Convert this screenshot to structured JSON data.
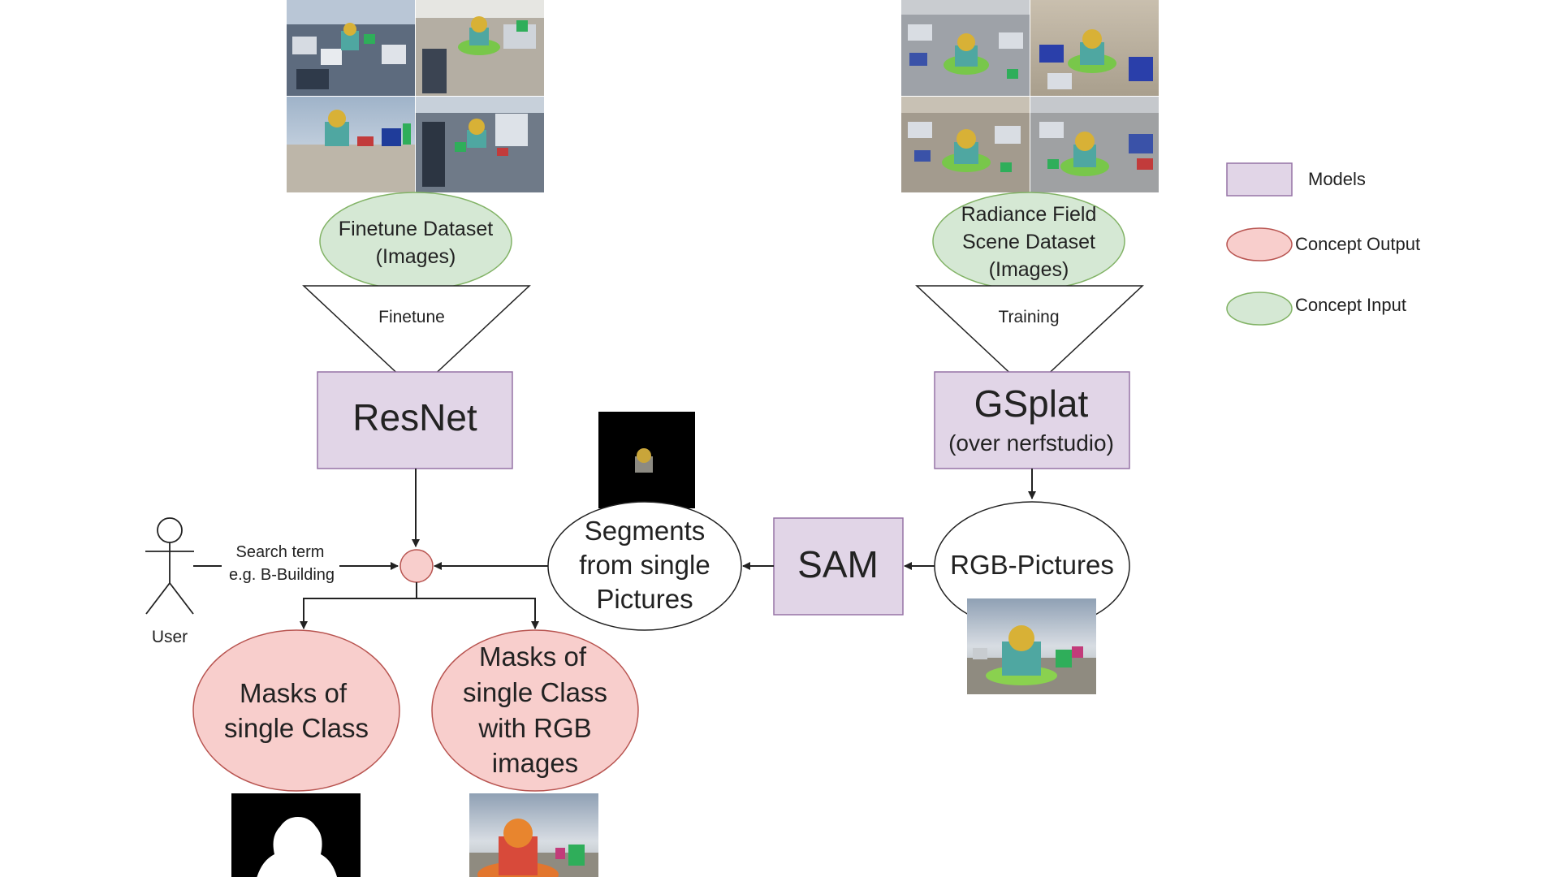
{
  "colors": {
    "model_fill": "#e1d5e7",
    "model_stroke": "#9673a6",
    "output_fill": "#f8cecc",
    "output_stroke": "#b85450",
    "input_fill": "#d5e8d4",
    "input_stroke": "#82b366",
    "line": "#222222"
  },
  "inputs": {
    "finetune_dataset": [
      "Finetune Dataset",
      "(Images)"
    ],
    "radiance_dataset": [
      "Radiance Field",
      "Scene Dataset",
      "(Images)"
    ]
  },
  "processes": {
    "finetune": "Finetune",
    "training": "Training"
  },
  "models": {
    "resnet": "ResNet",
    "gsplat": "GSplat",
    "gsplat_sub": "(over nerfstudio)",
    "sam": "SAM"
  },
  "nodes": {
    "rgb_pictures": "RGB-Pictures",
    "segments": [
      "Segments",
      "from single",
      "Pictures"
    ]
  },
  "outputs": {
    "masks_single": [
      "Masks of",
      "single Class"
    ],
    "masks_rgb": [
      "Masks of",
      "single Class",
      "with RGB",
      "images"
    ]
  },
  "user": {
    "label": "User",
    "search_term": [
      "Search term",
      "e.g. B-Building"
    ]
  },
  "legend": {
    "models": "Models",
    "concept_output": "Concept Output",
    "concept_input": "Concept Input"
  }
}
